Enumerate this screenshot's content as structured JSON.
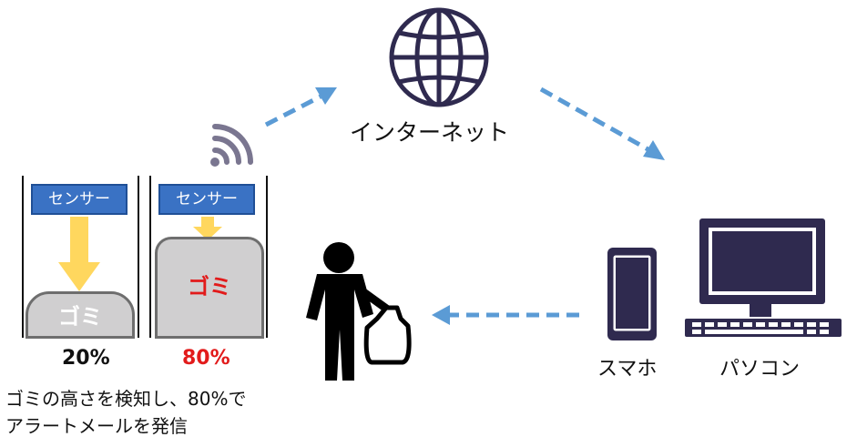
{
  "colors": {
    "sensor": "#3a72c4",
    "garbage": "#d0cfd0",
    "alert_red": "#e21b1b",
    "arrow_yellow": "#ffd75e",
    "dash_blue": "#5b9bd5",
    "globe": "#2f2a4f",
    "device": "#2f2a4f"
  },
  "bins": [
    {
      "sensor_label": "センサー",
      "garbage_label": "ゴミ",
      "fill_percent": "20%"
    },
    {
      "sensor_label": "センサー",
      "garbage_label": "ゴミ",
      "fill_percent": "80%"
    }
  ],
  "caption": {
    "line1": "ゴミの高さを検知し、80%で",
    "line2": "アラートメールを発信"
  },
  "internet_label": "インターネット",
  "devices": {
    "smartphone_label": "スマホ",
    "pc_label": "パソコン"
  },
  "icons": [
    "wifi-signal-icon",
    "globe-icon",
    "person-with-trash-bag-icon",
    "smartphone-icon",
    "desktop-pc-icon"
  ]
}
